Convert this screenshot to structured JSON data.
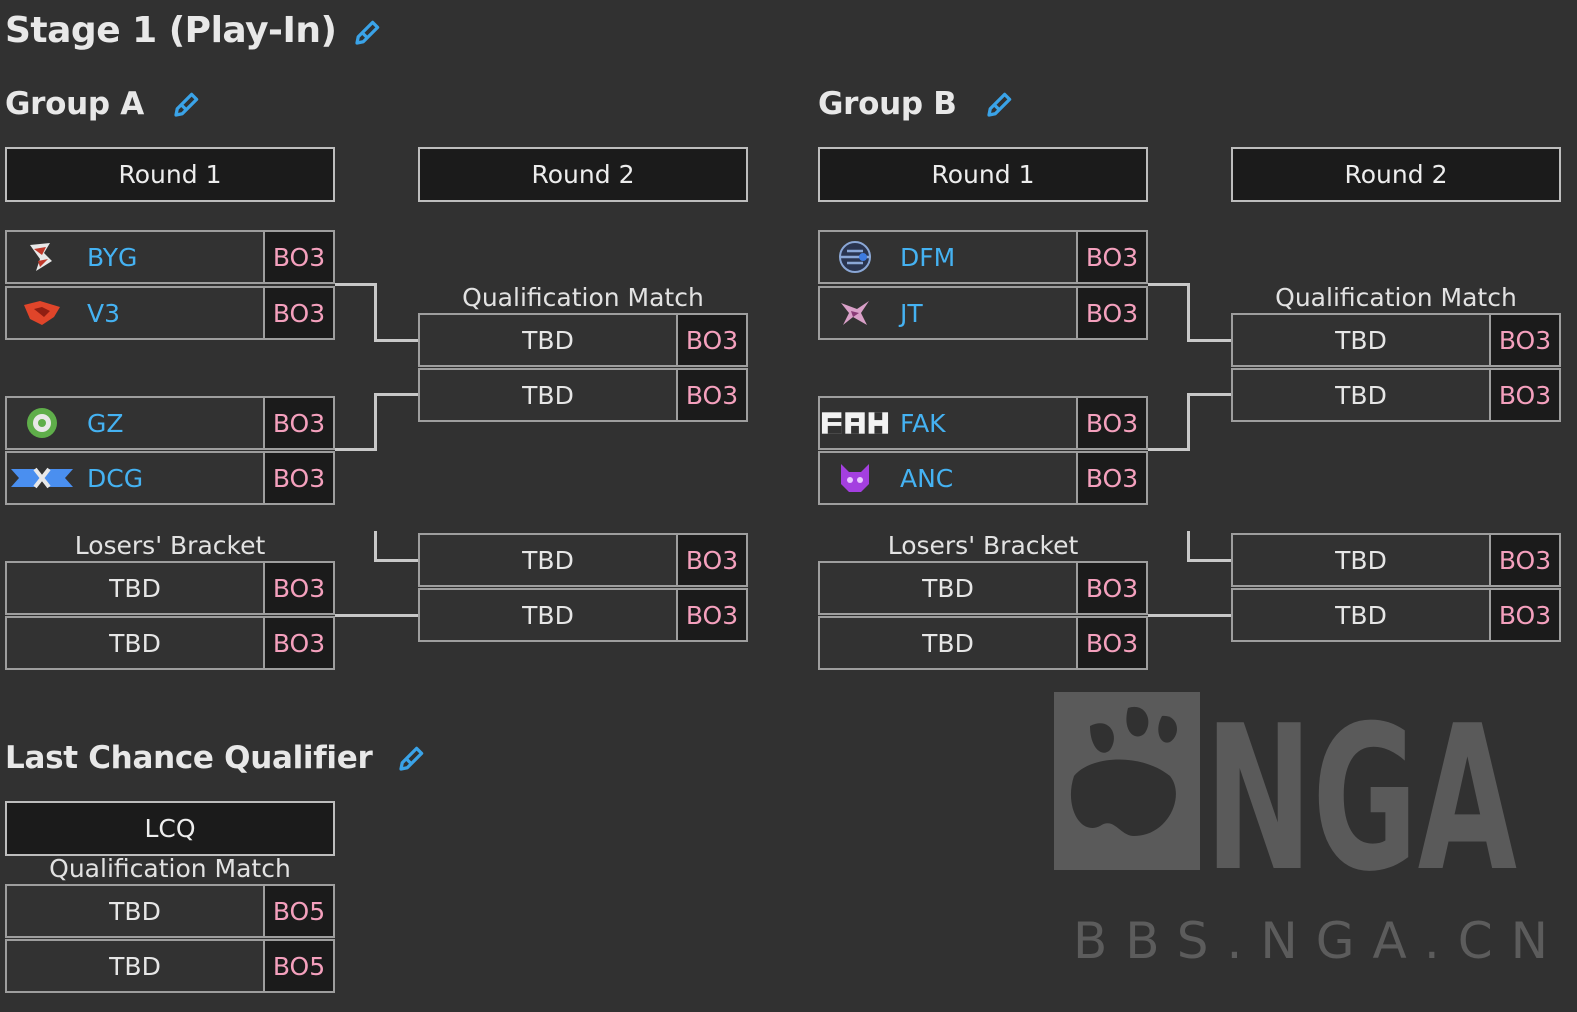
{
  "stage": {
    "title": "Stage 1 (Play-In)"
  },
  "groups": [
    {
      "title": "Group A",
      "round1": "Round 1",
      "round2": "Round 2",
      "upper": [
        {
          "team": "BYG",
          "bo": "BO3",
          "logo": "byg-logo-icon"
        },
        {
          "team": "V3",
          "bo": "BO3",
          "logo": "v3-logo-icon"
        },
        {
          "team": "GZ",
          "bo": "BO3",
          "logo": "gz-logo-icon"
        },
        {
          "team": "DCG",
          "bo": "BO3",
          "logo": "dcg-logo-icon"
        }
      ],
      "qual_label": "Qualification Match",
      "qual": [
        {
          "team": "TBD",
          "bo": "BO3"
        },
        {
          "team": "TBD",
          "bo": "BO3"
        }
      ],
      "losers_label": "Losers' Bracket",
      "losers": [
        {
          "team": "TBD",
          "bo": "BO3"
        },
        {
          "team": "TBD",
          "bo": "BO3"
        }
      ],
      "losers_r2": [
        {
          "team": "TBD",
          "bo": "BO3"
        },
        {
          "team": "TBD",
          "bo": "BO3"
        }
      ]
    },
    {
      "title": "Group B",
      "round1": "Round 1",
      "round2": "Round 2",
      "upper": [
        {
          "team": "DFM",
          "bo": "BO3",
          "logo": "dfm-logo-icon"
        },
        {
          "team": "JT",
          "bo": "BO3",
          "logo": "jt-logo-icon"
        },
        {
          "team": "FAK",
          "bo": "BO3",
          "logo": "fak-logo-icon"
        },
        {
          "team": "ANC",
          "bo": "BO3",
          "logo": "anc-logo-icon"
        }
      ],
      "qual_label": "Qualification Match",
      "qual": [
        {
          "team": "TBD",
          "bo": "BO3"
        },
        {
          "team": "TBD",
          "bo": "BO3"
        }
      ],
      "losers_label": "Losers' Bracket",
      "losers": [
        {
          "team": "TBD",
          "bo": "BO3"
        },
        {
          "team": "TBD",
          "bo": "BO3"
        }
      ],
      "losers_r2": [
        {
          "team": "TBD",
          "bo": "BO3"
        },
        {
          "team": "TBD",
          "bo": "BO3"
        }
      ]
    }
  ],
  "lcq": {
    "title": "Last Chance Qualifier",
    "header": "LCQ",
    "qual_label": "Qualification Match",
    "slots": [
      {
        "team": "TBD",
        "bo": "BO5"
      },
      {
        "team": "TBD",
        "bo": "BO5"
      }
    ]
  },
  "watermark": {
    "logo_text": "NGA",
    "url_text": "BBS.NGA.CN"
  },
  "colors": {
    "background": "#313131",
    "team_name": "#45b2f2",
    "bo_text": "#f4a0bd",
    "edit_icon": "#3aa3e8",
    "header_bg": "#1b1b1b"
  }
}
